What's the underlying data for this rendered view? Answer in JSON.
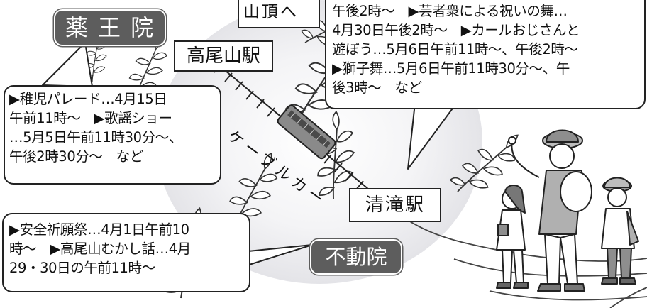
{
  "summit_label": "山頂へ",
  "places": {
    "yakuoin": "薬 王 院",
    "fudoin": "不動院"
  },
  "stations": {
    "takaosan": "高尾山駅",
    "kiyotaki": "清滝駅"
  },
  "cablecar_label": "ケーブルカー",
  "bubbles": {
    "yakuoin": [
      "▶稚児パレード…4月15日",
      "午前11時～　▶歌謡ショー",
      "…5月5日午前11時30分～、",
      "午後2時30分～　など"
    ],
    "fudoin": [
      "▶安全祈願祭…4月1日午前10",
      "時～　▶高尾山むかし話…4月",
      "29・30日の午前11時～"
    ],
    "summit": [
      "午後2時～　▶芸者衆による祝いの舞…",
      "4月30日午後2時～　▶カールおじさんと",
      "遊ぼう…5月6日午前11時～、午後2時～",
      "▶獅子舞…5月6日午前11時30分～、午",
      "後3時～　など"
    ]
  },
  "colors": {
    "pill_bg": "#5d5d5d",
    "line": "#222222",
    "leaf": "#333333",
    "fill_gray": "#d9d9d9"
  },
  "icons": [
    "leaf-branch-icon",
    "cable-car-icon",
    "hikers-illustration-icon"
  ]
}
